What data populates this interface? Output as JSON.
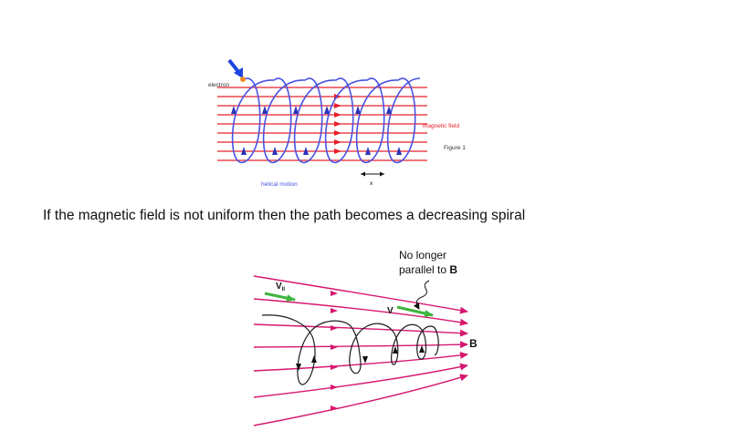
{
  "figure1": {
    "electron_label": "electron",
    "magnetic_field_label": "magnetic field",
    "figure_label": "Figure 1",
    "helical_motion_label": "helical motion",
    "x_label": "x",
    "colors": {
      "field_lines": "#e8202a",
      "helix": "#4a52e0",
      "electron_arrow": "#1f44e0",
      "electron_dot": "#f08a20"
    }
  },
  "sentence": "If the magnetic field is not uniform then the path becomes a decreasing spiral",
  "figure2": {
    "annotation_line1": "No longer",
    "annotation_line2": "parallel to ",
    "annotation_bold": "B",
    "v_parallel_label": "V",
    "v_parallel_subscript": "II",
    "v_label": "V",
    "b_label": "B",
    "colors": {
      "field_lines": "#d6176e",
      "velocity_arrows": "#3fb53f",
      "spiral": "#222222"
    }
  }
}
